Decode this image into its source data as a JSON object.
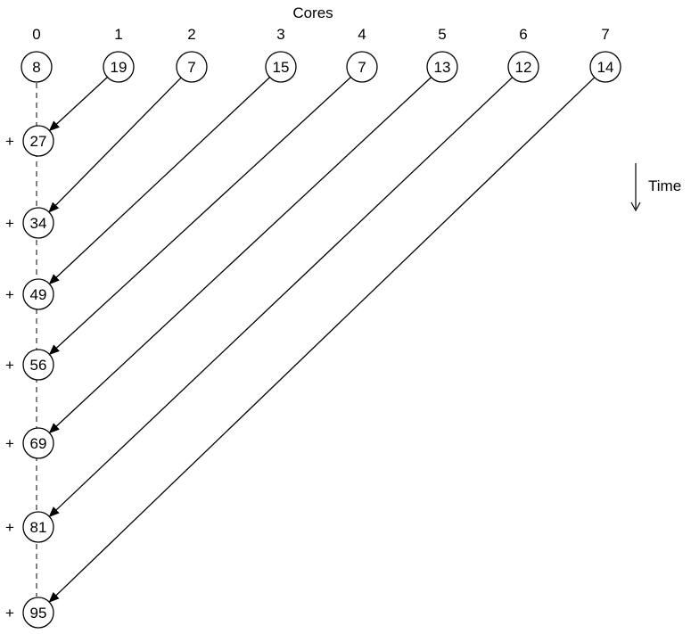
{
  "title": "Cores",
  "time_label": "Time",
  "cores": [
    {
      "id": "0",
      "value": "8"
    },
    {
      "id": "1",
      "value": "19"
    },
    {
      "id": "2",
      "value": "7"
    },
    {
      "id": "3",
      "value": "15"
    },
    {
      "id": "4",
      "value": "7"
    },
    {
      "id": "5",
      "value": "13"
    },
    {
      "id": "6",
      "value": "12"
    },
    {
      "id": "7",
      "value": "14"
    }
  ],
  "plus_sign": "+",
  "partial_sums": [
    "27",
    "34",
    "49",
    "56",
    "69",
    "81",
    "95"
  ]
}
